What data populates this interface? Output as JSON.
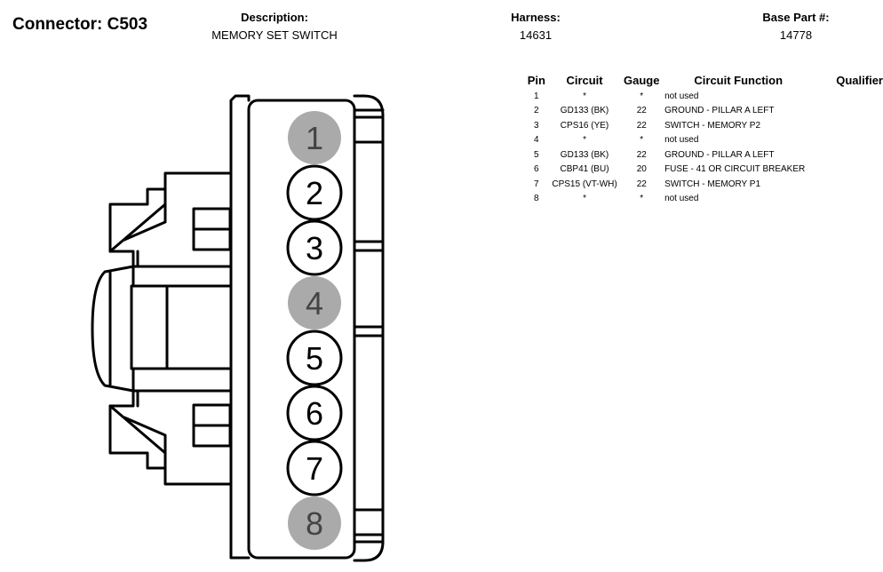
{
  "header": {
    "connector": "Connector: C503",
    "description_label": "Description:",
    "description_value": "MEMORY SET SWITCH",
    "harness_label": "Harness:",
    "harness_value": "14631",
    "basepart_label": "Base Part #:",
    "basepart_value": "14778"
  },
  "table": {
    "headers": [
      "Pin",
      "Circuit",
      "Gauge",
      "Circuit Function",
      "Qualifier"
    ],
    "rows": [
      {
        "pin": "1",
        "circuit": "*",
        "gauge": "*",
        "function": "not used",
        "qualifier": ""
      },
      {
        "pin": "2",
        "circuit": "GD133 (BK)",
        "gauge": "22",
        "function": "GROUND - PILLAR A LEFT",
        "qualifier": ""
      },
      {
        "pin": "3",
        "circuit": "CPS16 (YE)",
        "gauge": "22",
        "function": "SWITCH - MEMORY P2",
        "qualifier": ""
      },
      {
        "pin": "4",
        "circuit": "*",
        "gauge": "*",
        "function": "not used",
        "qualifier": ""
      },
      {
        "pin": "5",
        "circuit": "GD133 (BK)",
        "gauge": "22",
        "function": "GROUND - PILLAR A LEFT",
        "qualifier": ""
      },
      {
        "pin": "6",
        "circuit": "CBP41 (BU)",
        "gauge": "20",
        "function": "FUSE - 41 OR CIRCUIT BREAKER",
        "qualifier": ""
      },
      {
        "pin": "7",
        "circuit": "CPS15 (VT-WH)",
        "gauge": "22",
        "function": "SWITCH - MEMORY P1",
        "qualifier": ""
      },
      {
        "pin": "8",
        "circuit": "*",
        "gauge": "*",
        "function": "not used",
        "qualifier": ""
      }
    ]
  },
  "connector_pins": [
    {
      "label": "1",
      "used": false
    },
    {
      "label": "2",
      "used": true
    },
    {
      "label": "3",
      "used": true
    },
    {
      "label": "4",
      "used": false
    },
    {
      "label": "5",
      "used": true
    },
    {
      "label": "6",
      "used": true
    },
    {
      "label": "7",
      "used": true
    },
    {
      "label": "8",
      "used": false
    }
  ],
  "colors": {
    "unused_pin_fill": "#aaaaaa",
    "used_pin_fill": "#ffffff",
    "line": "#000000"
  }
}
